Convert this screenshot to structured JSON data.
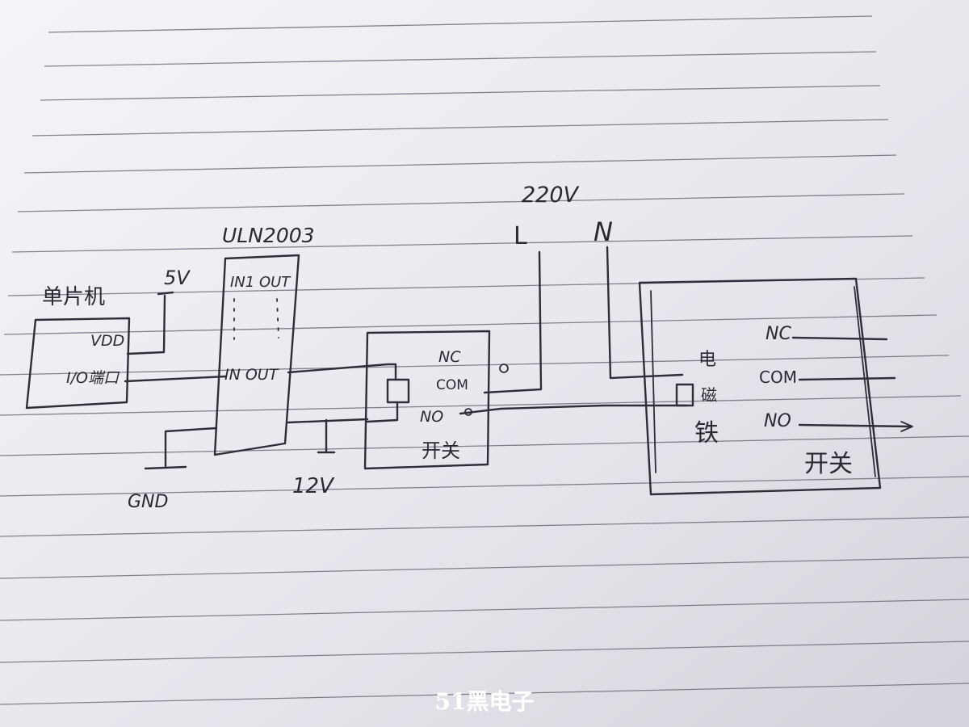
{
  "diagram": {
    "mcu_label": "单片机",
    "mcu_vdd": "VDD",
    "mcu_io": "I/O端口",
    "supply_5v": "5V",
    "uln_label": "ULN2003",
    "uln_in1_out": "IN1 OUT",
    "uln_in_out": "IN OUT",
    "gnd_label": "GND",
    "supply_12v": "12V",
    "relay1_nc": "NC",
    "relay1_com": "COM",
    "relay1_no": "NO",
    "relay1_label": "开关",
    "mains_label": "220V",
    "mains_l": "L",
    "mains_n": "N",
    "relay2_coil_label_1": "电",
    "relay2_coil_label_2": "磁",
    "relay2_coil_label_3": "铁",
    "relay2_nc": "NC",
    "relay2_com": "COM",
    "relay2_no": "NO",
    "relay2_label": "开关"
  },
  "watermark": "51黑电子",
  "colors": {
    "paper": "#ebebf0",
    "ink": "#2e2e38",
    "rule": "#5a5a66"
  }
}
